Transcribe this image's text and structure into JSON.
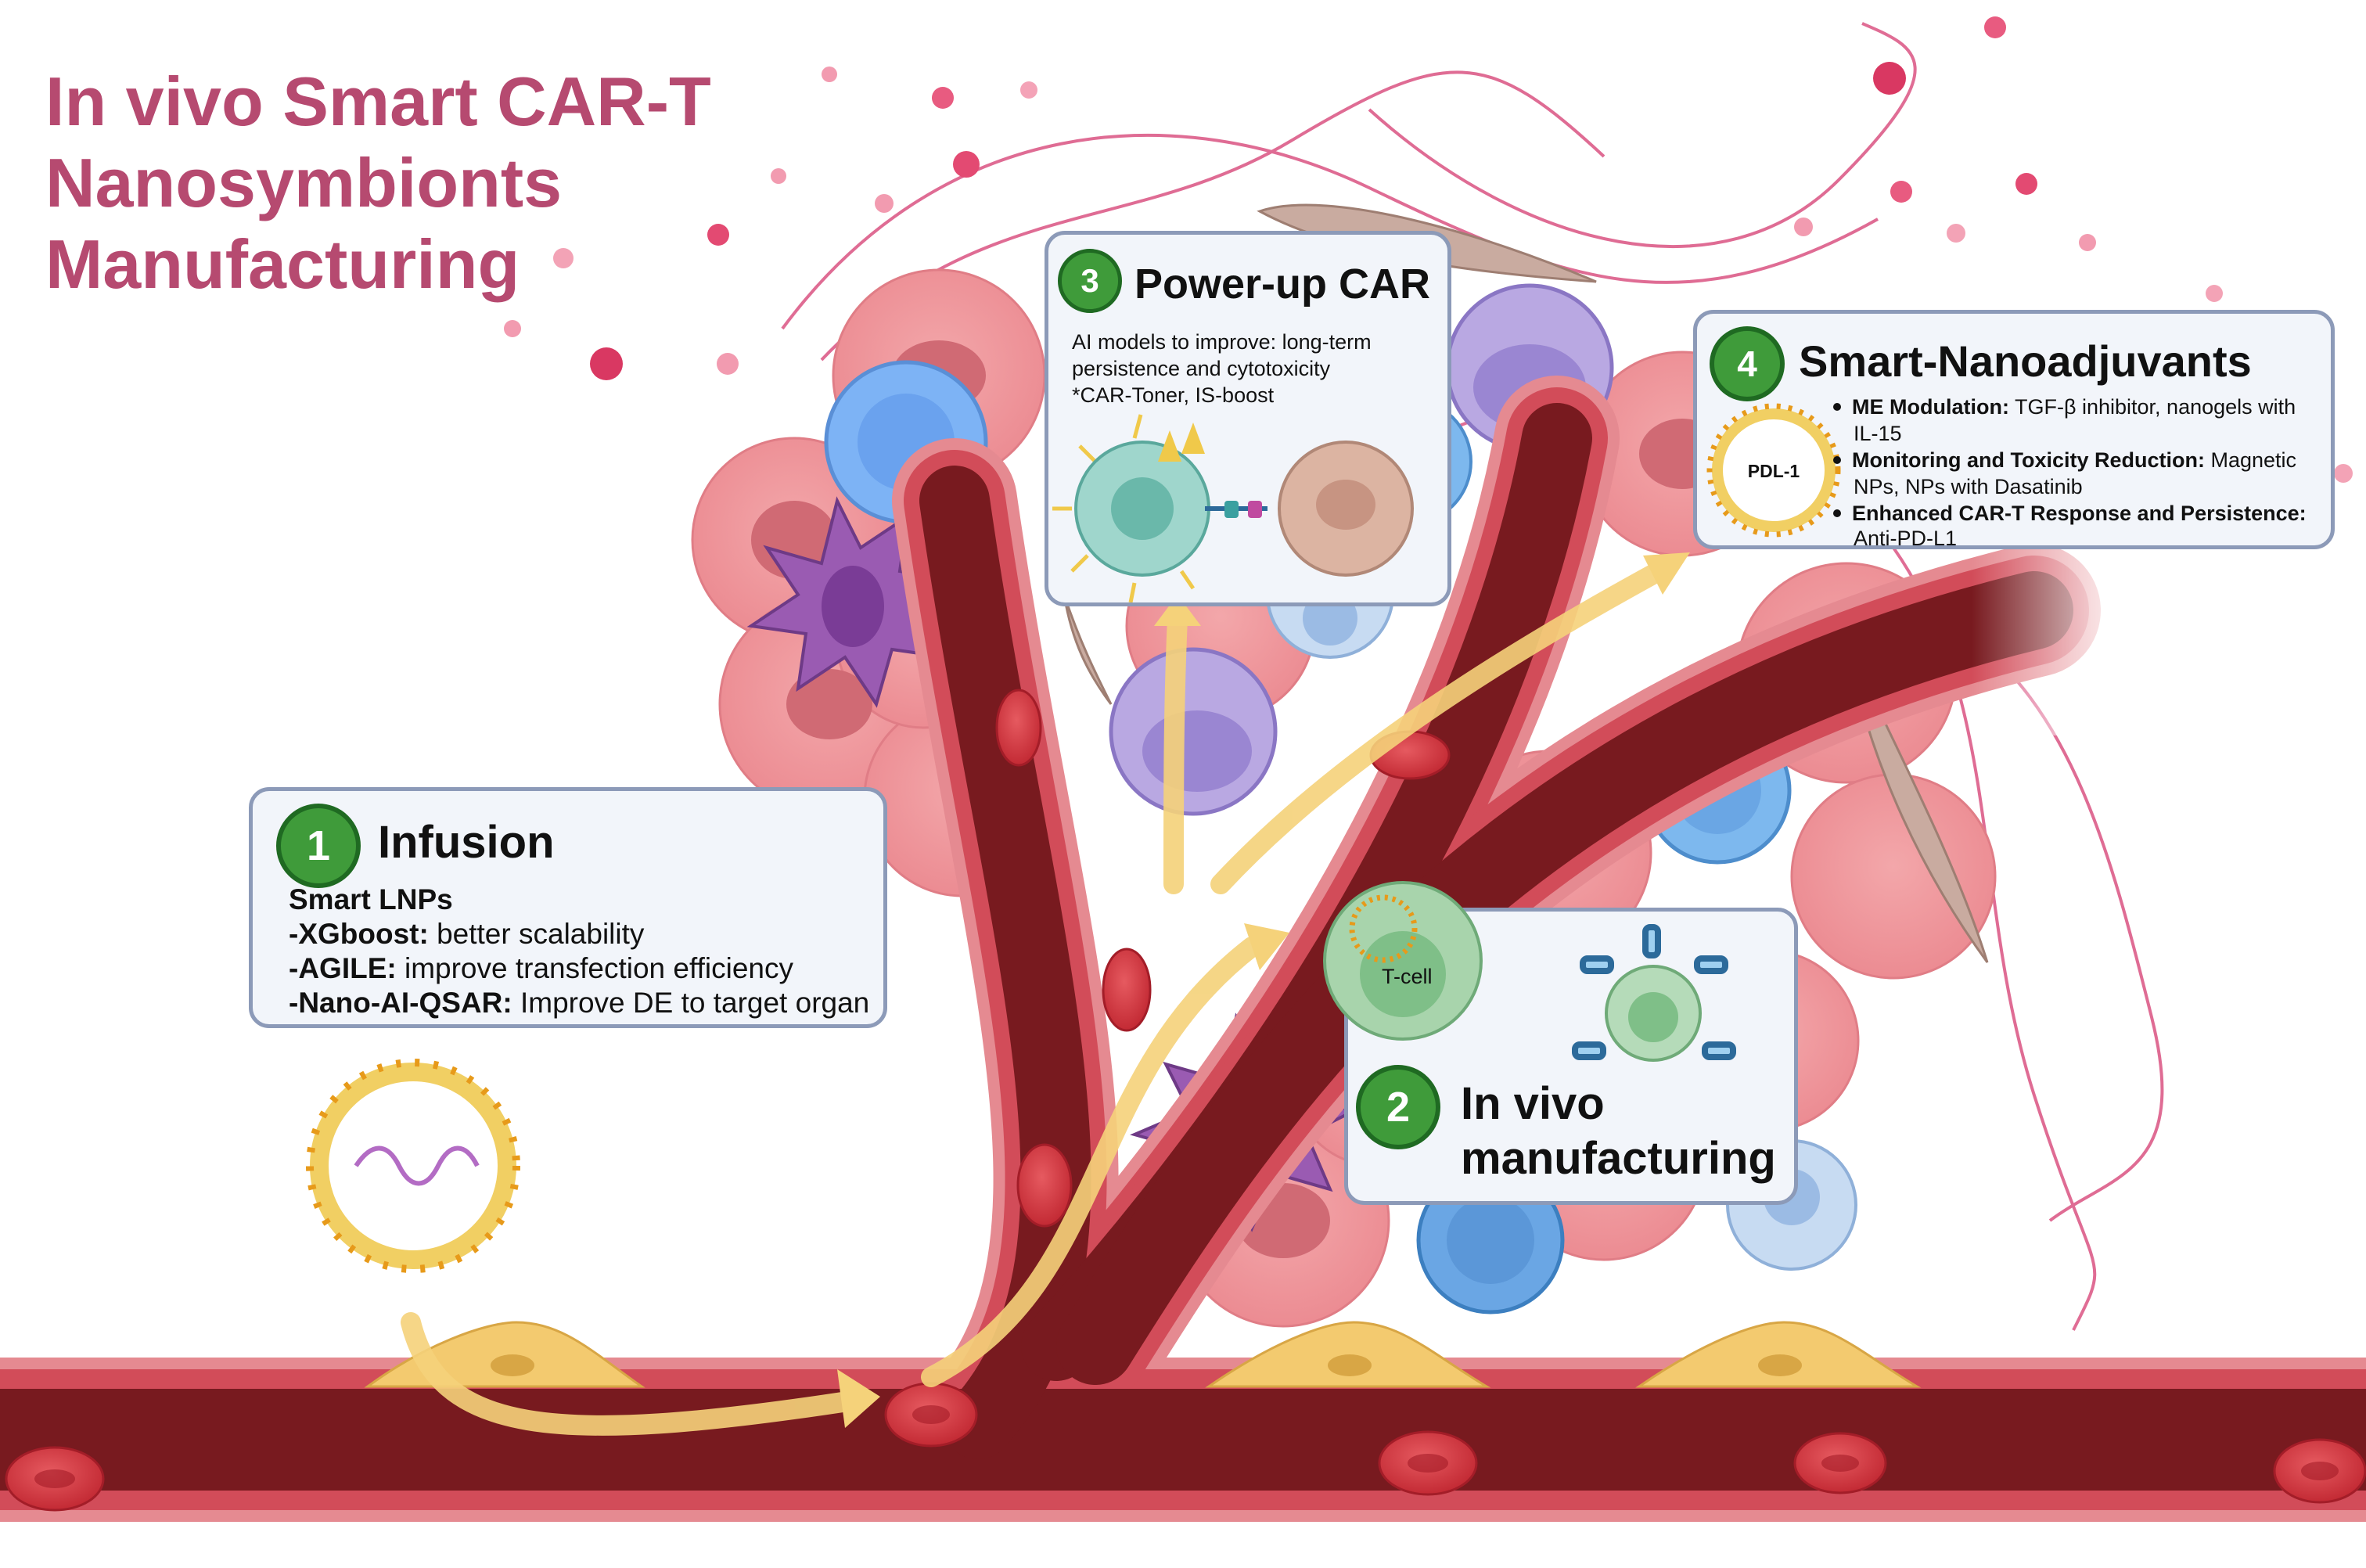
{
  "title": {
    "lines": [
      "In vivo Smart CAR-T",
      "Nanosymbionts",
      "Manufacturing"
    ]
  },
  "step1": {
    "number": "1",
    "title": "Infusion",
    "heading": "Smart LNPs",
    "items": [
      {
        "bold": "-XGboost:",
        "text": " better scalability"
      },
      {
        "bold": "-AGILE:",
        "text": " improve transfection efficiency"
      },
      {
        "bold": "-Nano-AI-QSAR:",
        "text": " Improve DE to target organ"
      }
    ]
  },
  "step2": {
    "number": "2",
    "title_line1": "In vivo",
    "title_line2": "manufacturing",
    "cell_label": "T-cell"
  },
  "step3": {
    "number": "3",
    "title": "Power-up CAR",
    "lines": [
      "AI models to improve:  long-term",
      "persistence and cytotoxicity",
      "*CAR-Toner, IS-boost"
    ]
  },
  "step4": {
    "number": "4",
    "title": "Smart-Nanoadjuvants",
    "particle_label": "PDL-1",
    "items": [
      {
        "bold": "ME Modulation:",
        "text": " TGF-β inhibitor, nanogels with",
        "cont": "IL-15"
      },
      {
        "bold": "Monitoring and Toxicity Reduction:",
        "text": " Magnetic",
        "cont": "NPs, NPs with Dasatinib"
      },
      {
        "bold": "Enhanced CAR-T Response and Persistence:",
        "text": "",
        "cont": "Anti-PD-L1"
      }
    ]
  },
  "colors": {
    "title": "#b64a70",
    "badge": "#3f9b3a",
    "box_border": "#8c9ab8",
    "vessel_wall": "#d9545f",
    "vessel_lumen": "#7a1a1e",
    "arrow": "#f5d27a"
  }
}
